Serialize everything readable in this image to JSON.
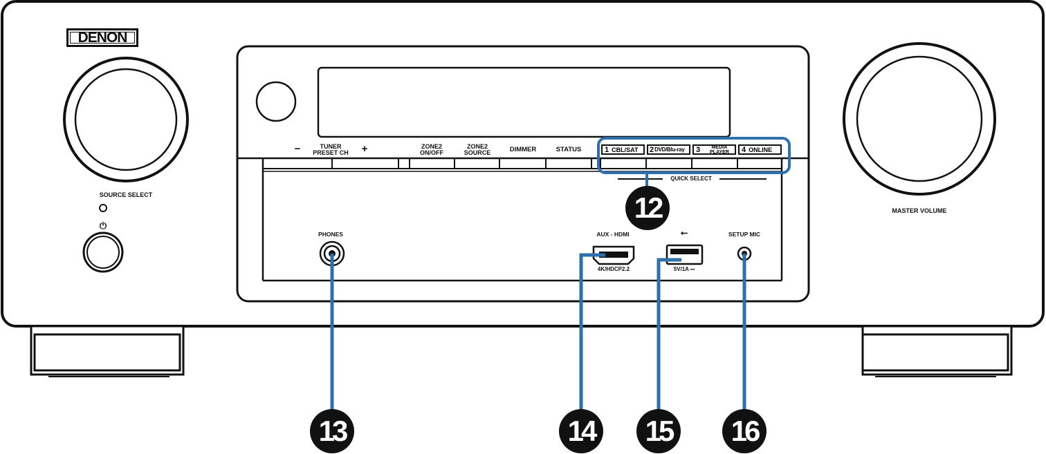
{
  "brand": "DENON",
  "knobs": {
    "source_select": "SOURCE SELECT",
    "master_volume": "MASTER VOLUME"
  },
  "power_symbol": "⏻",
  "buttons": {
    "minus": "−",
    "tuner_preset_ch": [
      "TUNER",
      "PRESET CH"
    ],
    "plus": "+",
    "zone2_onoff": [
      "ZONE2",
      "ON/OFF"
    ],
    "zone2_source": [
      "ZONE2",
      "SOURCE"
    ],
    "dimmer": "DIMMER",
    "status": "STATUS"
  },
  "quick_select": {
    "label": "QUICK SELECT",
    "items": [
      {
        "num": "1",
        "label": "CBL/SAT"
      },
      {
        "num": "2",
        "label": "DVD/Blu-ray"
      },
      {
        "num": "3",
        "label": [
          "MEDIA",
          "PLAYER"
        ]
      },
      {
        "num": "4",
        "label": "ONLINE"
      }
    ]
  },
  "ports": {
    "phones": "PHONES",
    "aux_hdmi": "AUX - HDMI",
    "hdcp": "4K/HDCP2.2",
    "usb_symbol": "⭠",
    "usb_rating": "5V/1A ⎓",
    "setup_mic": "SETUP MIC"
  },
  "callouts": [
    {
      "id": "c12",
      "number": "12"
    },
    {
      "id": "c13",
      "number": "13"
    },
    {
      "id": "c14",
      "number": "14"
    },
    {
      "id": "c15",
      "number": "15"
    },
    {
      "id": "c16",
      "number": "16"
    }
  ],
  "colors": {
    "outline": "#111111",
    "highlight": "#2e6fae",
    "callout_fill": "#111111",
    "callout_text": "#ffffff"
  }
}
